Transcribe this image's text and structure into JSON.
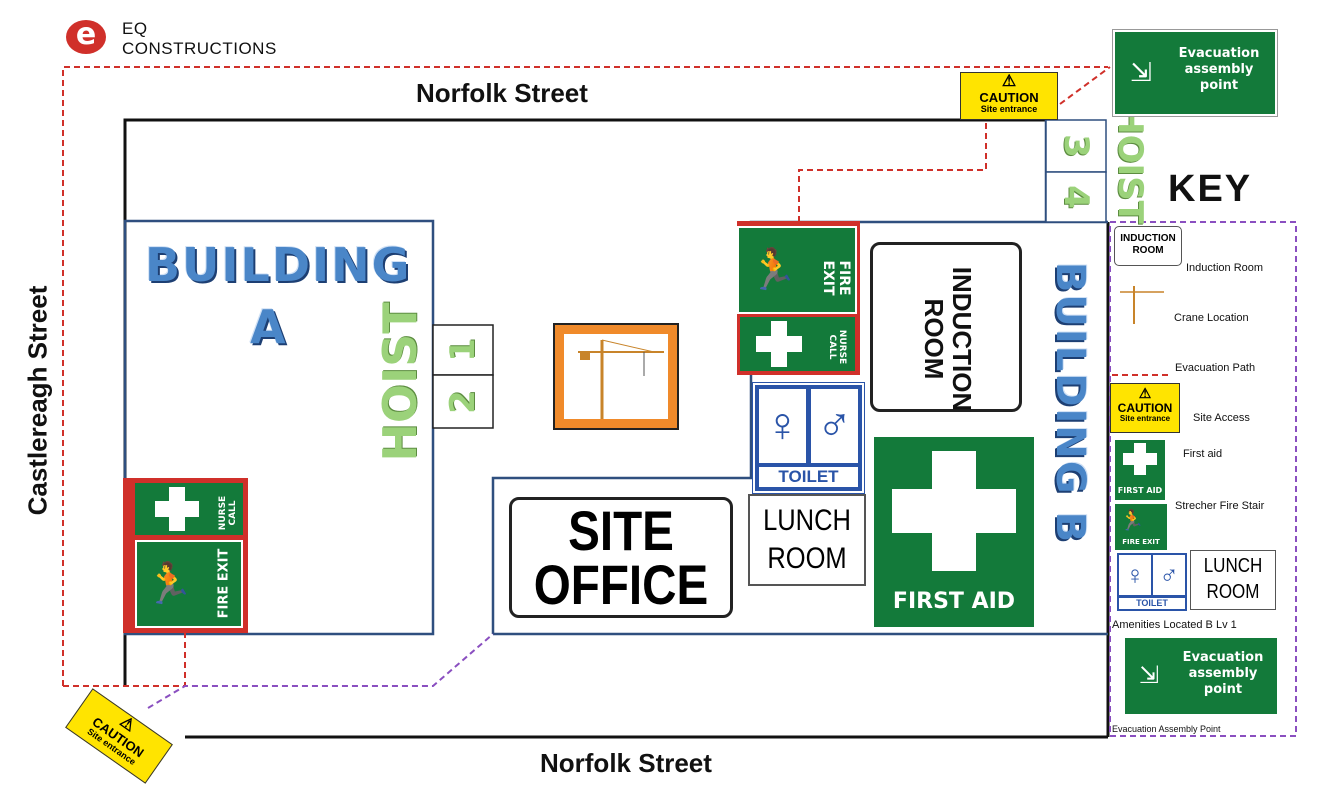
{
  "company": {
    "logo_letter": "e",
    "line1": "EQ",
    "line2": "CONSTRUCTIONS"
  },
  "streets": {
    "top": "Norfolk Street",
    "bottom": "Norfolk Street",
    "left": "Castlereagh Street"
  },
  "building_a": {
    "title_line1": "BUILDING",
    "title_line2": "A",
    "hoist": "HOIST",
    "hoist_numbers": [
      "1",
      "2"
    ]
  },
  "building_b": {
    "title": "BUILDING B",
    "hoist": "HOIST",
    "hoist_numbers": [
      "3",
      "4"
    ]
  },
  "signs": {
    "caution": "CAUTION",
    "site_entrance": "Site entrance",
    "fire": "FIRE",
    "exit": "EXIT",
    "nurse": "NURSE",
    "call": "CALL",
    "toilet": "TOILET",
    "induction_line1": "INDUCTION",
    "induction_line2": "ROOM",
    "site_office_line1": "SITE",
    "site_office_line2": "OFFICE",
    "lunch_line1": "LUNCH",
    "lunch_line2": "ROOM",
    "first_aid": "FIRST AID",
    "evac_line1": "Evacuation",
    "evac_line2": "assembly",
    "evac_line3": "point"
  },
  "key": {
    "title": "KEY",
    "items": [
      "Induction Room",
      "Crane Location",
      "Evacuation Path",
      "Site Access",
      "First aid",
      "Strecher Fire Stair",
      "Amenities Located B Lv 1",
      "Evacuation Assembly Point"
    ]
  },
  "colors": {
    "sign_green": "#137a3a",
    "building_outline": "#2f4f7f",
    "evac_path": "#d0302a",
    "site_access_path": "#8a4fc0",
    "caution_yellow": "#ffe400"
  }
}
